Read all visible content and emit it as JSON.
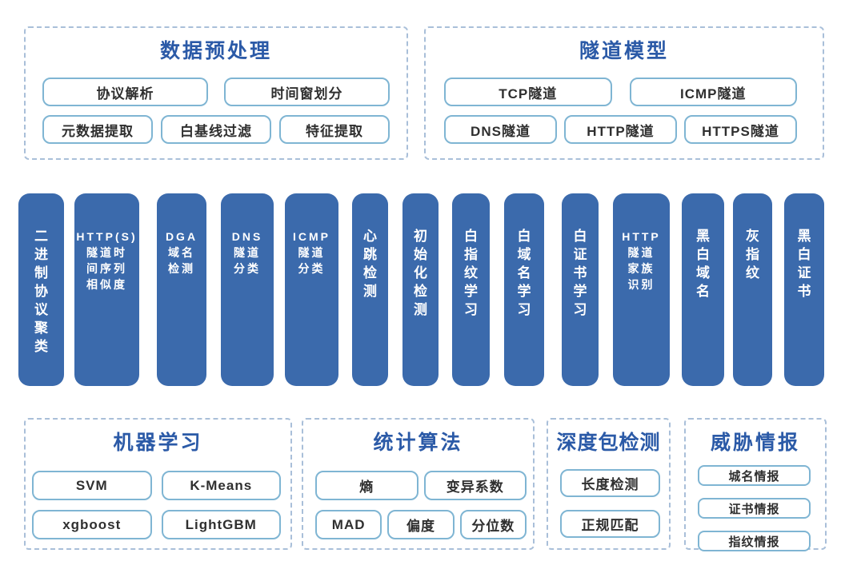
{
  "preprocess": {
    "title": "数据预处理",
    "row1": [
      "协议解析",
      "时间窗划分"
    ],
    "row2": [
      "元数据提取",
      "白基线过滤",
      "特征提取"
    ]
  },
  "tunnel_models": {
    "title": "隧道模型",
    "row1": [
      "TCP隧道",
      "ICMP隧道"
    ],
    "row2": [
      "DNS隧道",
      "HTTP隧道",
      "HTTPS隧道"
    ]
  },
  "bars": [
    {
      "label": "二\n进\n制\n协\n议\n聚\n类"
    },
    {
      "label": "HTTP(S)\n隧道时\n间序列\n相似度"
    },
    {
      "label": "DGA\n域名\n检测"
    },
    {
      "label": "DNS\n隧道\n分类"
    },
    {
      "label": "ICMP\n隧道\n分类"
    },
    {
      "label": "心\n跳\n检\n测"
    },
    {
      "label": "初\n始\n化\n检\n测"
    },
    {
      "label": "白\n指\n纹\n学\n习"
    },
    {
      "label": "白\n域\n名\n学\n习"
    },
    {
      "label": "白\n证\n书\n学\n习"
    },
    {
      "label": "HTTP\n隧道\n家族\n识别"
    },
    {
      "label": "黑\n白\n域\n名"
    },
    {
      "label": "灰\n指\n纹"
    },
    {
      "label": "黑\n白\n证\n书"
    }
  ],
  "ml": {
    "title": "机器学习",
    "row1": [
      "SVM",
      "K-Means"
    ],
    "row2": [
      "xgboost",
      "LightGBM"
    ]
  },
  "stats": {
    "title": "统计算法",
    "row1": [
      "熵",
      "变异系数"
    ],
    "row2": [
      "MAD",
      "偏度",
      "分位数"
    ]
  },
  "dpi": {
    "title": "深度包检测",
    "items": [
      "长度检测",
      "正规匹配"
    ]
  },
  "ti": {
    "title": "威胁情报",
    "items": [
      "城名情报",
      "证书情报",
      "指纹情报"
    ]
  },
  "colors": {
    "bar_blue": "#3b6aac",
    "title_blue": "#2b5aa7",
    "chip_border": "#7fb5d3",
    "panel_dash_border": "#a9bfd9",
    "chip_text": "#2f2f2f",
    "bar_text": "#ffffff",
    "background": "#ffffff"
  }
}
